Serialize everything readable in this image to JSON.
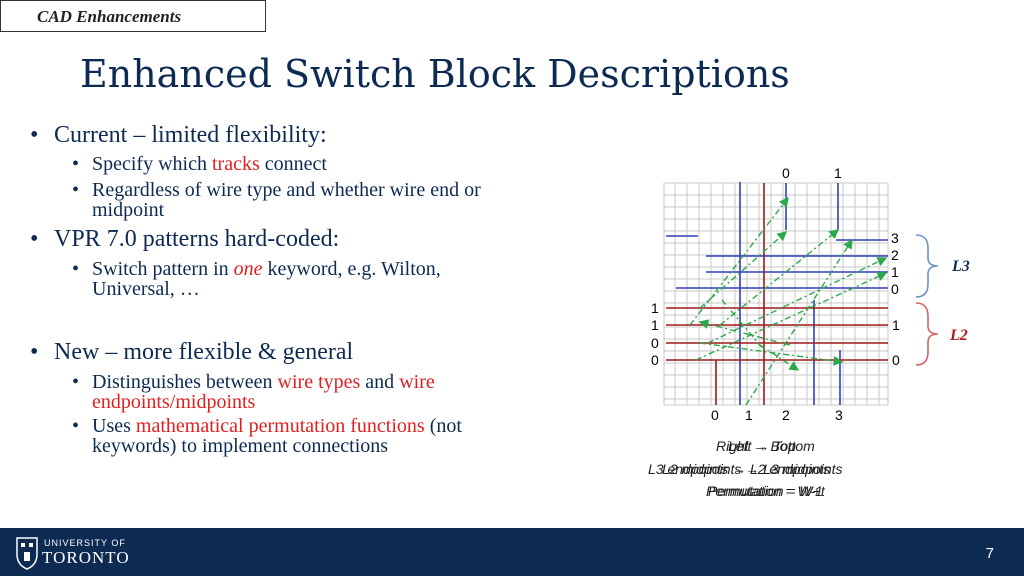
{
  "section_tag": "CAD Enhancements",
  "title": "Enhanced Switch Block Descriptions",
  "bullets": {
    "b1": "Current – limited flexibility:",
    "b1_s1_pre": "Specify which ",
    "b1_s1_red": "tracks",
    "b1_s1_post": " connect",
    "b1_s2_line1": "Regardless of wire type and whether  wire end or",
    "b1_s2_line2": "midpoint",
    "b2": "VPR 7.0 patterns hard-coded:",
    "b2_s1_pre": "Switch pattern in ",
    "b2_s1_red": "one",
    "b2_s1_post": " keyword, e.g. Wilton,",
    "b2_s1_line2": "Universal, …",
    "b3": "New – more flexible & general",
    "b3_s1_pre": "Distinguishes between ",
    "b3_s1_red1": "wire types",
    "b3_s1_mid": " and ",
    "b3_s1_red2": "wire",
    "b3_s1_line2_red": "endpoints/midpoints",
    "b3_s2_pre": "Uses ",
    "b3_s2_red": "mathematical permutation functions",
    "b3_s2_post": " (not",
    "b3_s2_line2": "keywords) to implement connections"
  },
  "diagram": {
    "top_labels": [
      "0",
      "1"
    ],
    "bottom_labels": [
      "0",
      "1",
      "2",
      "3"
    ],
    "right_upper_labels": [
      "3",
      "2",
      "1",
      "0"
    ],
    "right_lower_labels": [
      "1",
      "0"
    ],
    "left_labels": [
      "1",
      "1",
      "0",
      "0"
    ],
    "group_labels": {
      "l3": "L3",
      "l2": "L2"
    },
    "colors": {
      "l3": "#2f3fb8",
      "l2": "#a01818",
      "switch": "#2aa84a",
      "grid": "#c8c8c8",
      "brace_l3": "#6b93c8",
      "brace_l2": "#d06666"
    }
  },
  "caption": {
    "line1_a": "Right → Bottom",
    "line1_b": "Left → Top",
    "line2_a": "L3 endpoints → L2 endpoints",
    "line2_b": "L2 midpoints → L3 midpoints",
    "line3_a": "Permutation = W-1",
    "line3_b": "Permutation = W+t"
  },
  "footer": {
    "university_small": "UNIVERSITY OF",
    "university_big": "TORONTO",
    "page_number": "7"
  }
}
